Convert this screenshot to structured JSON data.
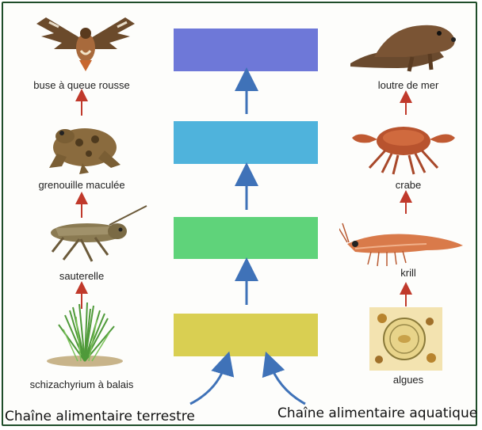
{
  "levels": [
    {
      "color": "#6e78d8"
    },
    {
      "color": "#4fb3dc"
    },
    {
      "color": "#5fd37a"
    },
    {
      "color": "#d9cf52"
    }
  ],
  "terrestrial": {
    "chain_label": "Chaîne alimentaire terrestre",
    "organisms": [
      {
        "label": "buse à queue rousse",
        "icon": "hawk-icon"
      },
      {
        "label": "grenouille maculée",
        "icon": "frog-icon"
      },
      {
        "label": "sauterelle",
        "icon": "grasshopper-icon"
      },
      {
        "label": "schizachyrium à balais",
        "icon": "grass-icon"
      }
    ]
  },
  "aquatic": {
    "chain_label": "Chaîne alimentaire aquatique",
    "organisms": [
      {
        "label": "loutre de mer",
        "icon": "otter-icon"
      },
      {
        "label": "crabe",
        "icon": "crab-icon"
      },
      {
        "label": "krill",
        "icon": "krill-icon"
      },
      {
        "label": "algues",
        "icon": "algae-icon"
      }
    ]
  },
  "colors": {
    "small_arrow": "#c0392b",
    "big_arrow": "#3f72b8",
    "frame": "#1f4d2a"
  }
}
